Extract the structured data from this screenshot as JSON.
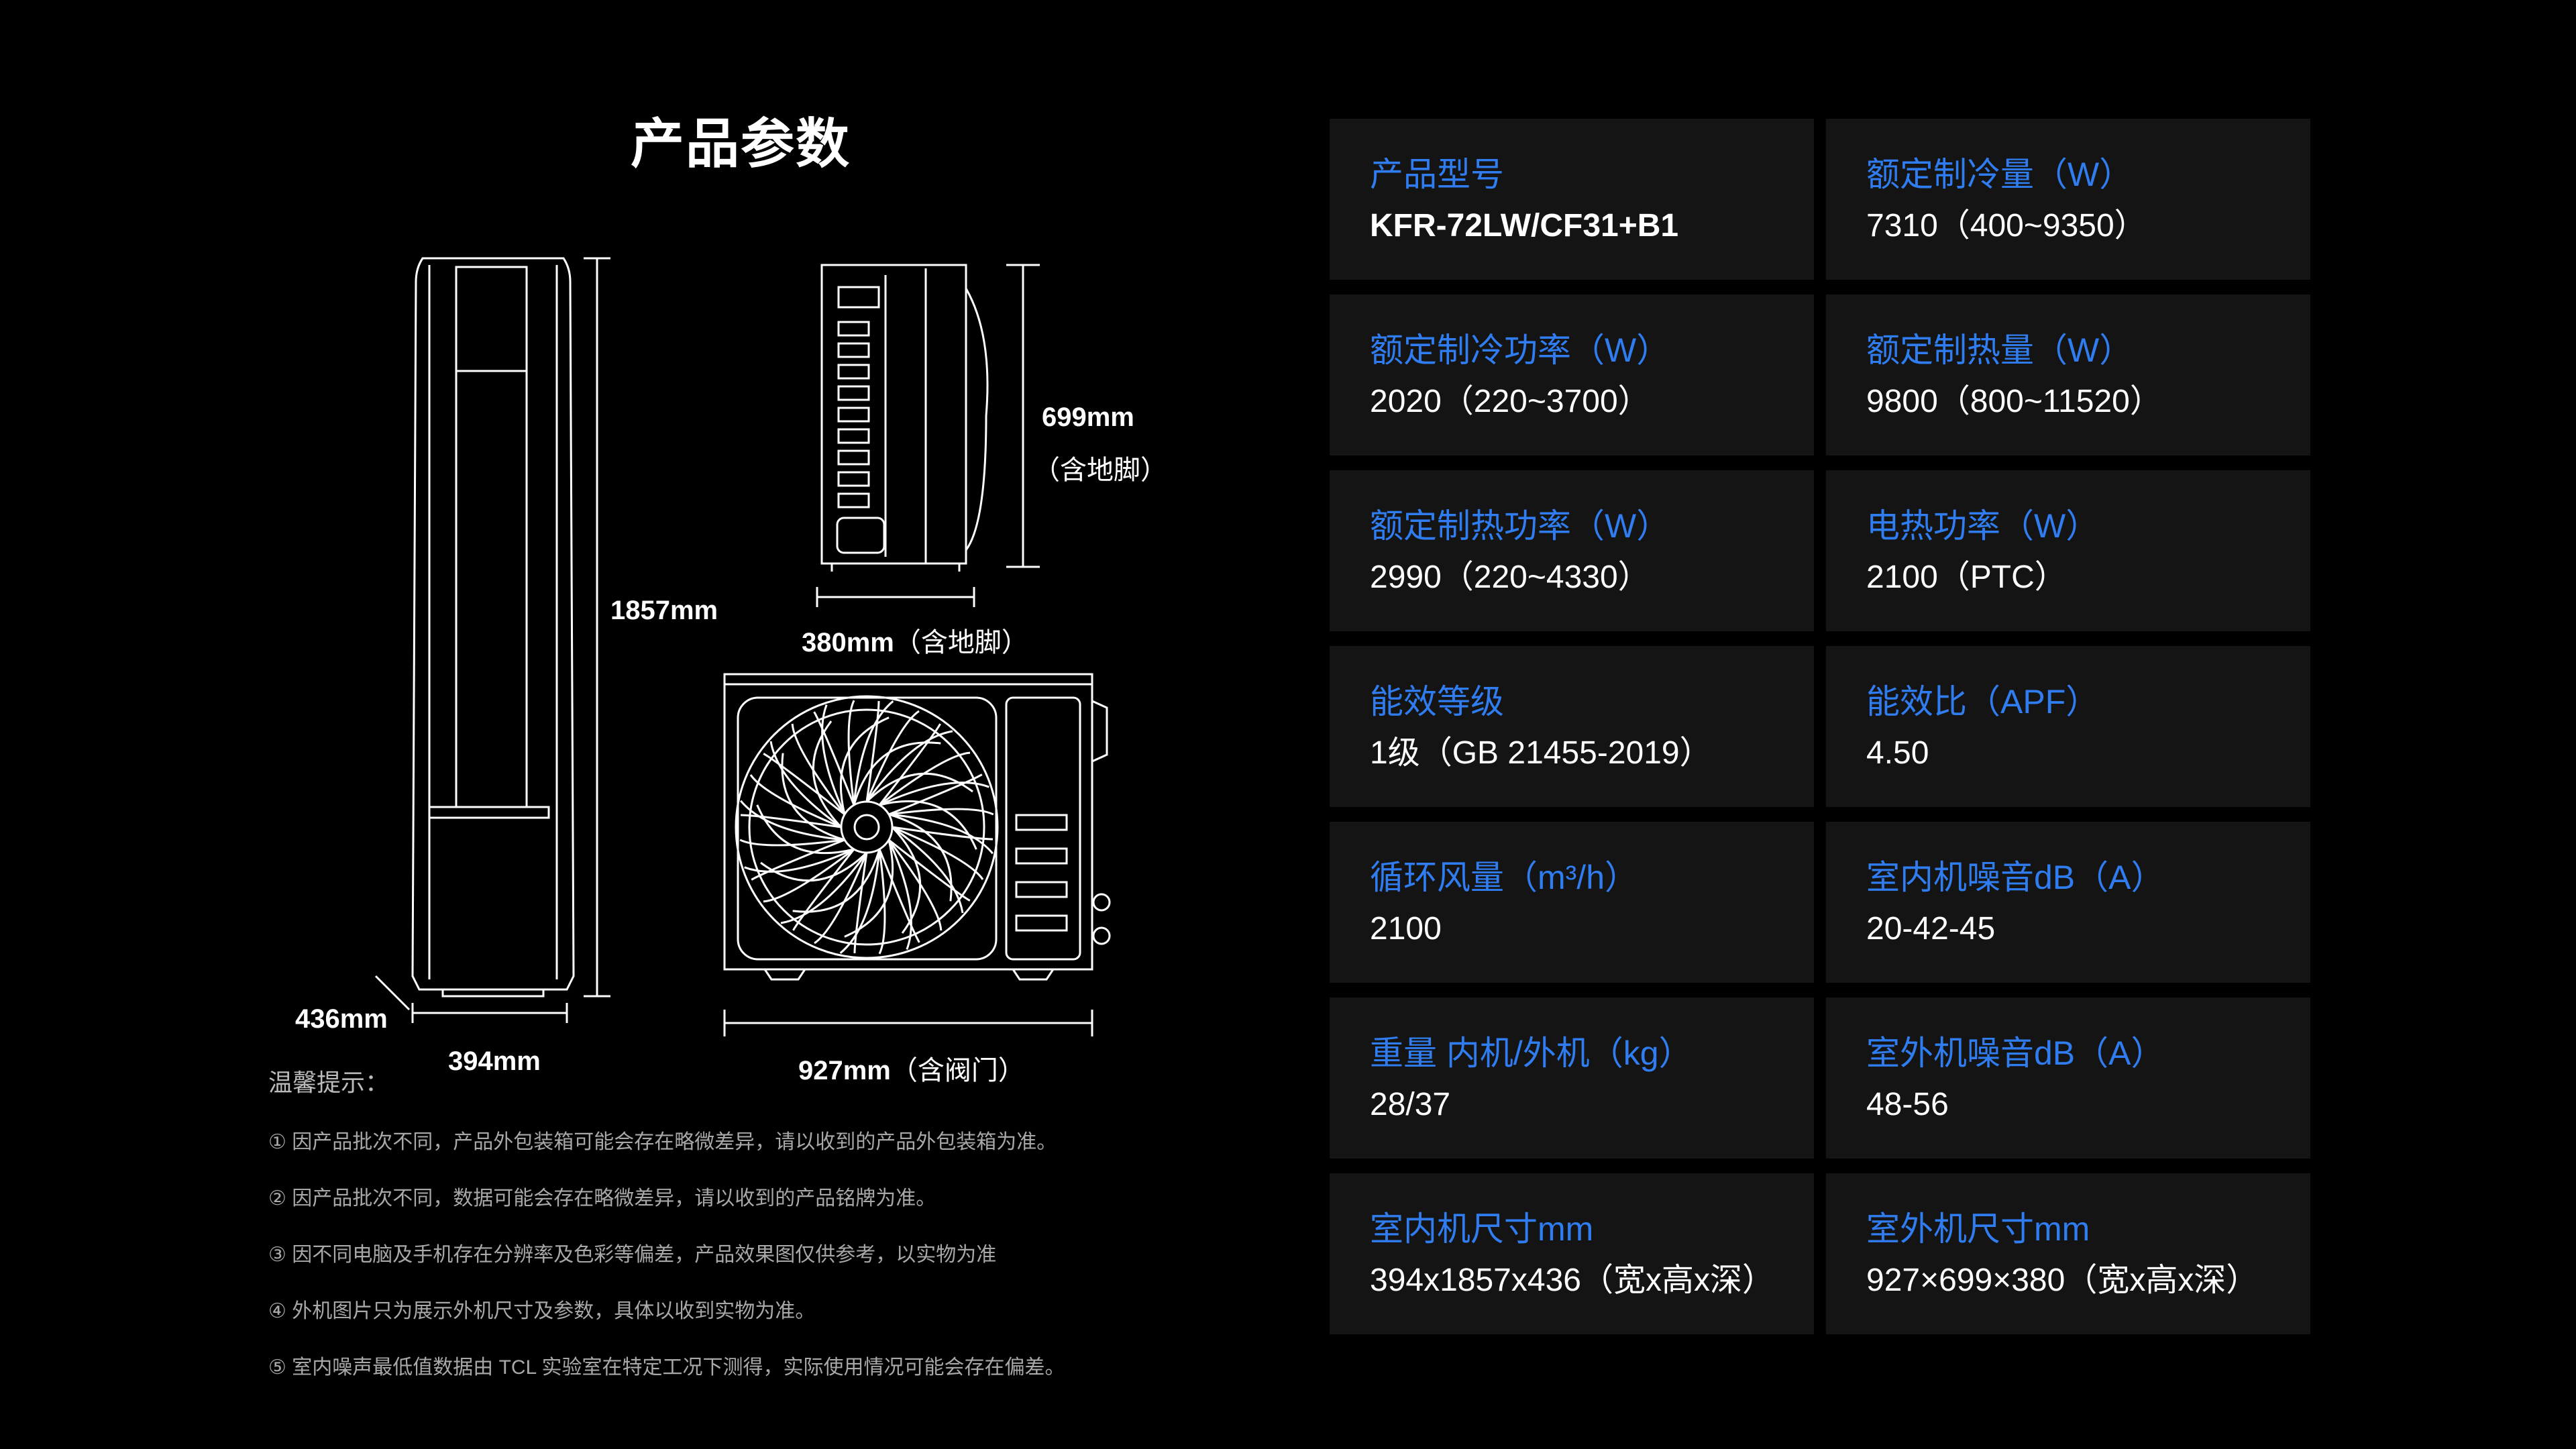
{
  "title": "产品参数",
  "dimensions": {
    "indoor_height": "1857mm",
    "indoor_width": "394mm",
    "indoor_depth": "436mm",
    "outdoor_height": "699mm",
    "outdoor_height_note": "（含地脚）",
    "outdoor_depth": "380mm",
    "outdoor_depth_note": "（含地脚）",
    "outdoor_width": "927mm",
    "outdoor_width_note": "（含阀门）"
  },
  "notes": {
    "title": "温馨提示：",
    "items": [
      "① 因产品批次不同，产品外包装箱可能会存在略微差异，请以收到的产品外包装箱为准。",
      "② 因产品批次不同，数据可能会存在略微差异，请以收到的产品铭牌为准。",
      "③ 因不同电脑及手机存在分辨率及色彩等偏差，产品效果图仅供参考，以实物为准",
      "④ 外机图片只为展示外机尺寸及参数，具体以收到实物为准。",
      "⑤ 室内噪声最低值数据由 TCL 实验室在特定工况下测得，实际使用情况可能会存在偏差。"
    ]
  },
  "specs": [
    {
      "label": "产品型号",
      "value": "KFR-72LW/CF31+B1"
    },
    {
      "label": "额定制冷量（W）",
      "value": "7310（400~9350）"
    },
    {
      "label": "额定制冷功率（W）",
      "value": "2020（220~3700）"
    },
    {
      "label": "额定制热量（W）",
      "value": "9800（800~11520）"
    },
    {
      "label": "额定制热功率（W）",
      "value": "2990（220~4330）"
    },
    {
      "label": "电热功率（W）",
      "value": "2100（PTC）"
    },
    {
      "label": "能效等级",
      "value": "1级（GB 21455-2019）"
    },
    {
      "label": "能效比（APF）",
      "value": "4.50"
    },
    {
      "label": "循环风量（m³/h）",
      "value": "2100"
    },
    {
      "label": "室内机噪音dB（A）",
      "value": "20-42-45"
    },
    {
      "label": "重量 内机/外机（kg）",
      "value": "28/37"
    },
    {
      "label": "室外机噪音dB（A）",
      "value": "48-56"
    },
    {
      "label": "室内机尺寸mm",
      "value": "394x1857x436（宽x高x深）"
    },
    {
      "label": "室外机尺寸mm",
      "value": "927×699×380（宽x高x深）"
    }
  ],
  "colors": {
    "background": "#000000",
    "card": "#141414",
    "label_accent": "#2f7df0",
    "line_art": "#ffffff"
  },
  "icons": [
    "indoor-unit-icon",
    "outdoor-side-icon",
    "outdoor-front-icon",
    "fan-icon"
  ]
}
